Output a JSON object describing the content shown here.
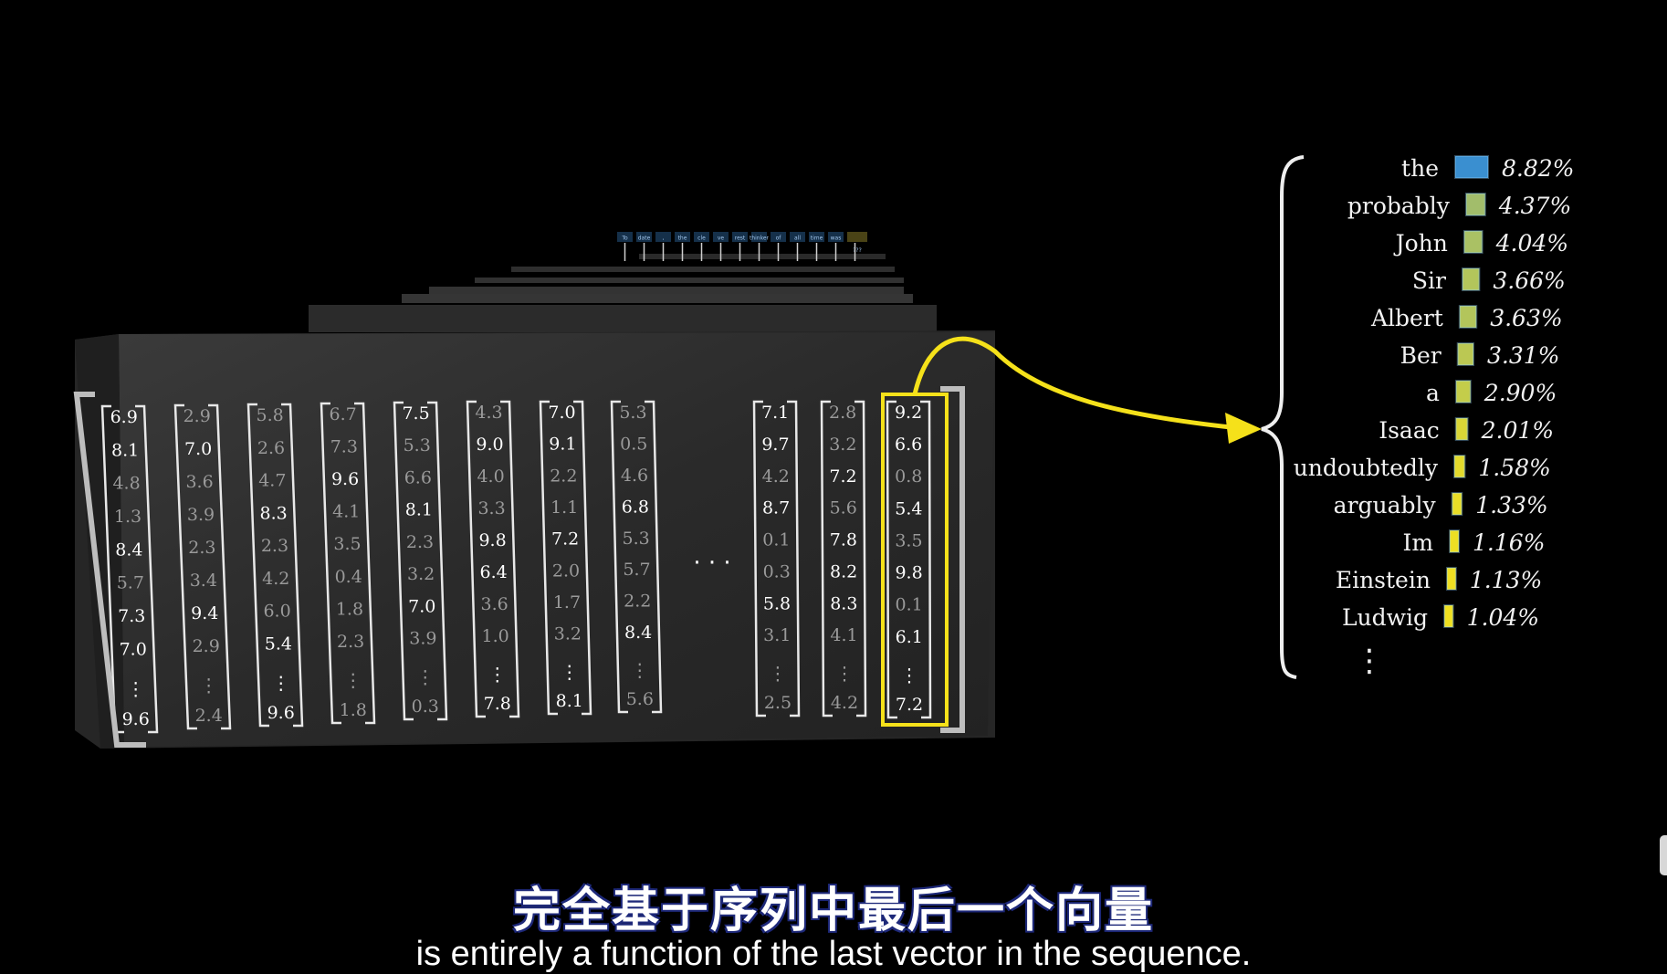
{
  "tokens": [
    "To",
    "date",
    ",",
    "the",
    "cle",
    "ve",
    "rest",
    "thinker",
    "of",
    "all",
    "time",
    "was",
    "???"
  ],
  "vectors": [
    {
      "values": [
        "6.9",
        "8.1",
        "4.8",
        "1.3",
        "8.4",
        "5.7",
        "7.3",
        "7.0",
        "9.6"
      ],
      "bright": [
        1,
        1,
        0,
        0,
        1,
        0,
        1,
        1,
        1
      ]
    },
    {
      "values": [
        "2.9",
        "7.0",
        "3.6",
        "3.9",
        "2.3",
        "3.4",
        "9.4",
        "2.9",
        "2.4"
      ],
      "bright": [
        0,
        1,
        0,
        0,
        0,
        0,
        1,
        0,
        0
      ]
    },
    {
      "values": [
        "5.8",
        "2.6",
        "4.7",
        "8.3",
        "2.3",
        "4.2",
        "6.0",
        "5.4",
        "9.6"
      ],
      "bright": [
        0,
        0,
        0,
        1,
        0,
        0,
        0,
        1,
        1
      ]
    },
    {
      "values": [
        "6.7",
        "7.3",
        "9.6",
        "4.1",
        "3.5",
        "0.4",
        "1.8",
        "2.3",
        "1.8"
      ],
      "bright": [
        0,
        0,
        1,
        0,
        0,
        0,
        0,
        0,
        0
      ]
    },
    {
      "values": [
        "7.5",
        "5.3",
        "6.6",
        "8.1",
        "2.3",
        "3.2",
        "7.0",
        "3.9",
        "0.3"
      ],
      "bright": [
        1,
        0,
        0,
        1,
        0,
        0,
        1,
        0,
        0
      ]
    },
    {
      "values": [
        "4.3",
        "9.0",
        "4.0",
        "3.3",
        "9.8",
        "6.4",
        "3.6",
        "1.0",
        "7.8"
      ],
      "bright": [
        0,
        1,
        0,
        0,
        1,
        1,
        0,
        0,
        1
      ]
    },
    {
      "values": [
        "7.0",
        "9.1",
        "2.2",
        "1.1",
        "7.2",
        "2.0",
        "1.7",
        "3.2",
        "8.1"
      ],
      "bright": [
        1,
        1,
        0,
        0,
        1,
        0,
        0,
        0,
        1
      ]
    },
    {
      "values": [
        "5.3",
        "0.5",
        "4.6",
        "6.8",
        "5.3",
        "5.7",
        "2.2",
        "8.4",
        "5.6"
      ],
      "bright": [
        0,
        0,
        0,
        1,
        0,
        0,
        0,
        1,
        0
      ]
    },
    {
      "values": [
        "7.1",
        "9.7",
        "4.2",
        "8.7",
        "0.1",
        "0.3",
        "5.8",
        "3.1",
        "2.5"
      ],
      "bright": [
        1,
        1,
        0,
        1,
        0,
        0,
        1,
        0,
        0
      ]
    },
    {
      "values": [
        "2.8",
        "3.2",
        "7.2",
        "5.6",
        "7.8",
        "8.2",
        "8.3",
        "4.1",
        "4.2"
      ],
      "bright": [
        0,
        0,
        1,
        0,
        1,
        1,
        1,
        0,
        0
      ]
    },
    {
      "values": [
        "9.2",
        "6.6",
        "0.8",
        "5.4",
        "3.5",
        "9.8",
        "0.1",
        "6.1",
        "7.2"
      ],
      "bright": [
        1,
        1,
        0,
        1,
        0,
        1,
        0,
        1,
        1
      ]
    }
  ],
  "ellipsis_dots": "· · ·",
  "vertical_dots": "⋮",
  "predictions": [
    {
      "word": "the",
      "percent": "8.82%",
      "prob": 0.0882
    },
    {
      "word": "probably",
      "percent": "4.37%",
      "prob": 0.0437
    },
    {
      "word": "John",
      "percent": "4.04%",
      "prob": 0.0404
    },
    {
      "word": "Sir",
      "percent": "3.66%",
      "prob": 0.0366
    },
    {
      "word": "Albert",
      "percent": "3.63%",
      "prob": 0.0363
    },
    {
      "word": "Ber",
      "percent": "3.31%",
      "prob": 0.0331
    },
    {
      "word": "a",
      "percent": "2.90%",
      "prob": 0.029
    },
    {
      "word": "Isaac",
      "percent": "2.01%",
      "prob": 0.0201
    },
    {
      "word": "undoubtedly",
      "percent": "1.58%",
      "prob": 0.0158
    },
    {
      "word": "arguably",
      "percent": "1.33%",
      "prob": 0.0133
    },
    {
      "word": "Im",
      "percent": "1.16%",
      "prob": 0.0116
    },
    {
      "word": "Einstein",
      "percent": "1.13%",
      "prob": 0.0113
    },
    {
      "word": "Ludwig",
      "percent": "1.04%",
      "prob": 0.0104
    }
  ],
  "colors": {
    "highlight": "#f5e11a",
    "bar_high": "#3a8fd0",
    "bar_low": "#f0e020",
    "subtitle_outline": "#1f2a7a"
  },
  "subtitles": {
    "zh": "完全基于序列中最后一个向量",
    "en": "is entirely a function of the last vector in the sequence."
  }
}
